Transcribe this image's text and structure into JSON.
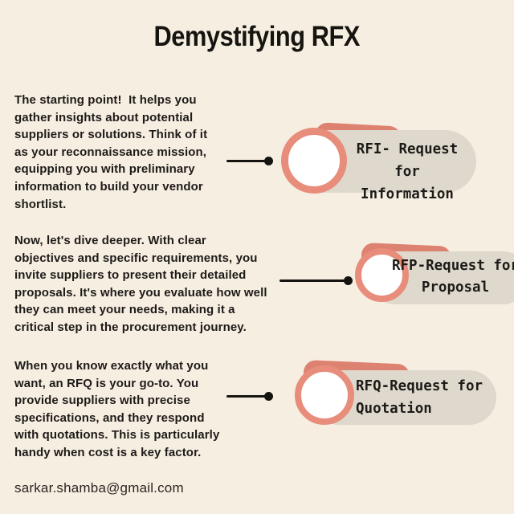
{
  "title": "Demystifying RFX",
  "colors": {
    "background": "#f7eee2",
    "pill_fill": "#ded9cc",
    "accent_salmon": "#e88d7b",
    "accent_bar": "#dd8170",
    "text": "#1d1b18"
  },
  "sections": [
    {
      "id": "rfi",
      "description": "The starting point!  It helps you\ngather insights about potential\nsuppliers or solutions. Think of it\nas your reconnaissance mission,\nequipping you with preliminary\ninformation to build your vendor\nshortlist.",
      "label_line1": "RFI- Request for",
      "label_line2": "Information"
    },
    {
      "id": "rfp",
      "description": "Now, let's dive deeper. With clear\nobjectives and specific requirements, you\ninvite suppliers to present their detailed\nproposals. It's where you evaluate how well\nthey can meet your needs, making it a\ncritical step in the procurement journey.",
      "label_line1": "RFP-Request for",
      "label_line2": "Proposal"
    },
    {
      "id": "rfq",
      "description": "When you know exactly what you\nwant, an RFQ is your go-to. You\nprovide suppliers with precise\nspecifications, and they respond\nwith quotations. This is particularly\nhandy when cost is a key factor.",
      "label_line1": "RFQ-Request for",
      "label_line2": "Quotation"
    }
  ],
  "footer": {
    "email": "sarkar.shamba@gmail.com"
  }
}
